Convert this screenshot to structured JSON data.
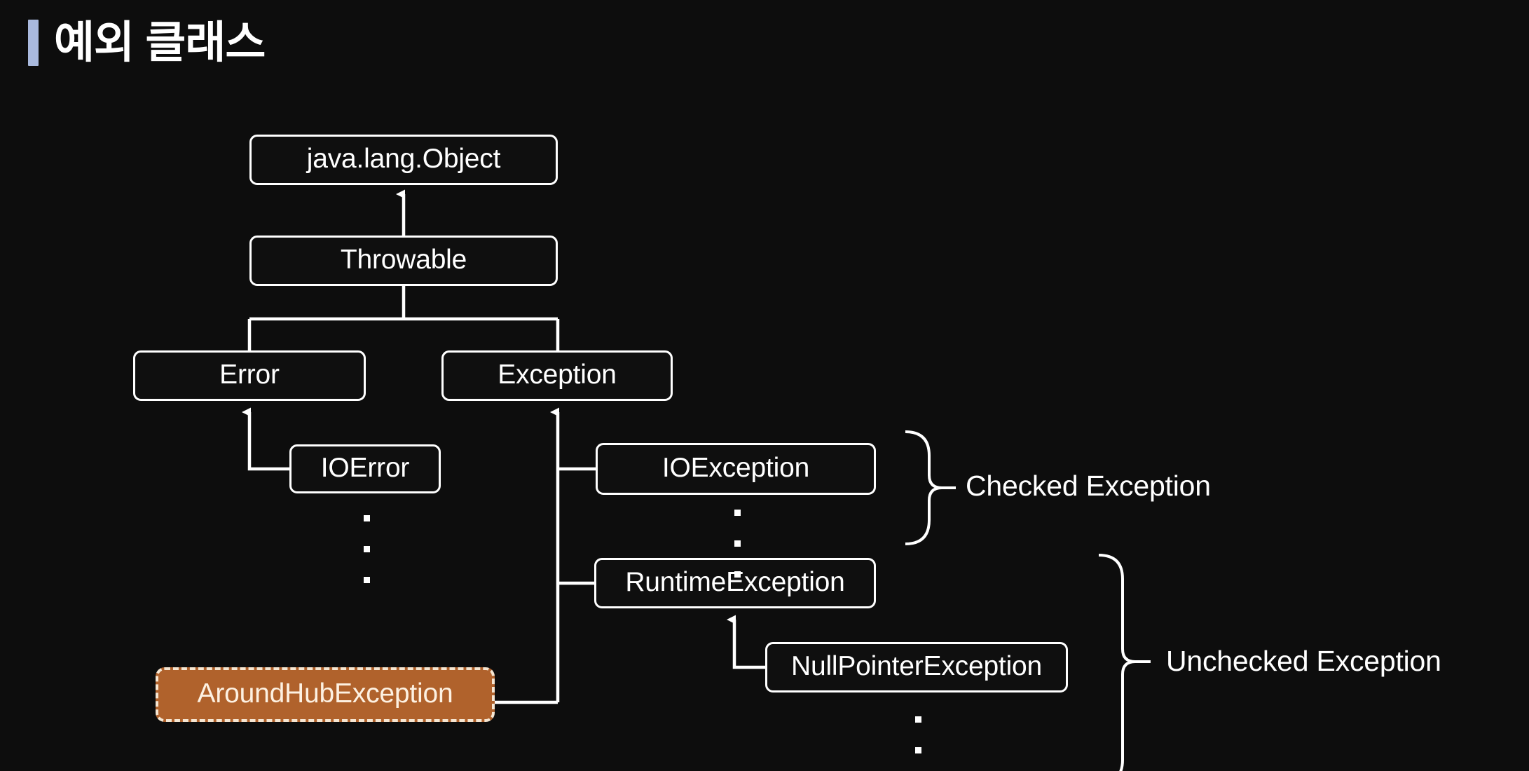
{
  "slide": {
    "title": "예외 클래스",
    "accent_color": "#a9b9dd",
    "background_color": "#0d0d0d",
    "node_border_color": "#ffffff",
    "node_text_color": "#ffffff",
    "highlight_fill_color": "#b0622c",
    "highlight_border_color": "#f6e6d2",
    "highlight_text_color": "#fdf1e2"
  },
  "diagram": {
    "type": "class-hierarchy",
    "nodes": [
      {
        "id": "object",
        "label": "java.lang.Object",
        "highlighted": false
      },
      {
        "id": "throwable",
        "label": "Throwable",
        "highlighted": false
      },
      {
        "id": "error",
        "label": "Error",
        "highlighted": false
      },
      {
        "id": "exception",
        "label": "Exception",
        "highlighted": false
      },
      {
        "id": "ioerror",
        "label": "IOError",
        "highlighted": false
      },
      {
        "id": "ioexception",
        "label": "IOException",
        "highlighted": false
      },
      {
        "id": "runtimeexception",
        "label": "RuntimeException",
        "highlighted": false
      },
      {
        "id": "nullpointerexception",
        "label": "NullPointerException",
        "highlighted": false
      },
      {
        "id": "aroundhubexception",
        "label": "AroundHubException",
        "highlighted": true
      }
    ],
    "edges": [
      {
        "from": "throwable",
        "to": "object",
        "arrow": "up"
      },
      {
        "from": "error",
        "to": "throwable",
        "arrow": "up"
      },
      {
        "from": "exception",
        "to": "throwable",
        "arrow": "up"
      },
      {
        "from": "ioerror",
        "to": "error",
        "arrow": "up"
      },
      {
        "from": "ioexception",
        "to": "exception",
        "arrow": "up"
      },
      {
        "from": "runtimeexception",
        "to": "exception",
        "arrow": "up"
      },
      {
        "from": "aroundhubexception",
        "to": "exception",
        "arrow": "up"
      },
      {
        "from": "nullpointerexception",
        "to": "runtimeexception",
        "arrow": "up"
      }
    ],
    "ellipses": [
      {
        "id": "dots-error",
        "under": "ioerror"
      },
      {
        "id": "dots-ioexc",
        "under": "ioexception"
      },
      {
        "id": "dots-npe",
        "under": "nullpointerexception"
      }
    ],
    "groups": [
      {
        "id": "checked",
        "label": "Checked Exception",
        "members": [
          "ioexception"
        ]
      },
      {
        "id": "unchecked",
        "label": "Unchecked Exception",
        "members": [
          "runtimeexception",
          "nullpointerexception"
        ]
      }
    ]
  }
}
